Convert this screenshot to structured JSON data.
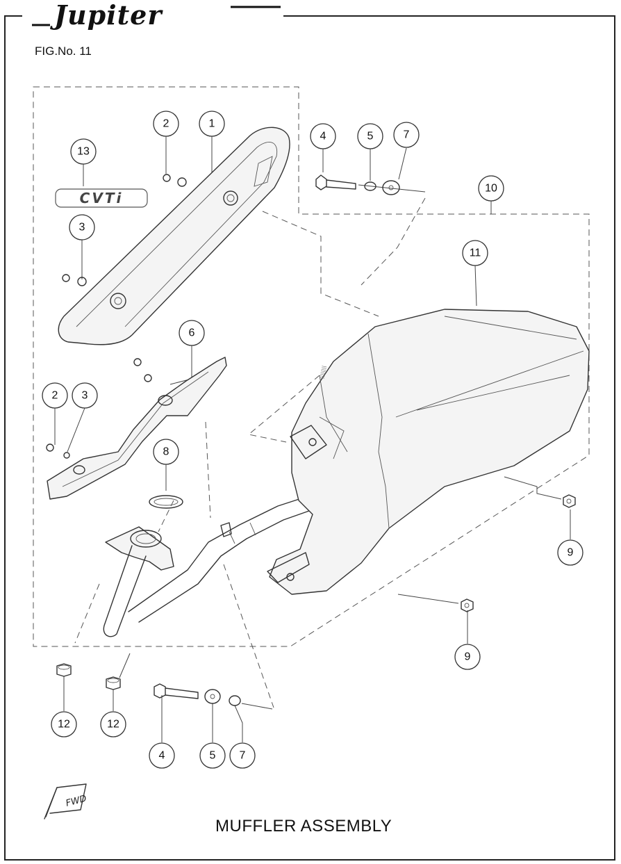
{
  "brand": {
    "logo_text": "Jupiter"
  },
  "figure": {
    "label": "FIG.No. 11"
  },
  "badge": {
    "text": "CVTi"
  },
  "stamp_text": "FWD",
  "title": "MUFFLER ASSEMBLY",
  "callouts": [
    {
      "id": "c1",
      "number": "1"
    },
    {
      "id": "c2a",
      "number": "2"
    },
    {
      "id": "c13",
      "number": "13"
    },
    {
      "id": "c3a",
      "number": "3"
    },
    {
      "id": "c4a",
      "number": "4"
    },
    {
      "id": "c5a",
      "number": "5"
    },
    {
      "id": "c7a",
      "number": "7"
    },
    {
      "id": "c10",
      "number": "10"
    },
    {
      "id": "c11",
      "number": "11"
    },
    {
      "id": "c6",
      "number": "6"
    },
    {
      "id": "c2b",
      "number": "2"
    },
    {
      "id": "c3b",
      "number": "3"
    },
    {
      "id": "c8",
      "number": "8"
    },
    {
      "id": "c9a",
      "number": "9"
    },
    {
      "id": "c9b",
      "number": "9"
    },
    {
      "id": "c12a",
      "number": "12"
    },
    {
      "id": "c12b",
      "number": "12"
    },
    {
      "id": "c4b",
      "number": "4"
    },
    {
      "id": "c5b",
      "number": "5"
    },
    {
      "id": "c7b",
      "number": "7"
    }
  ]
}
